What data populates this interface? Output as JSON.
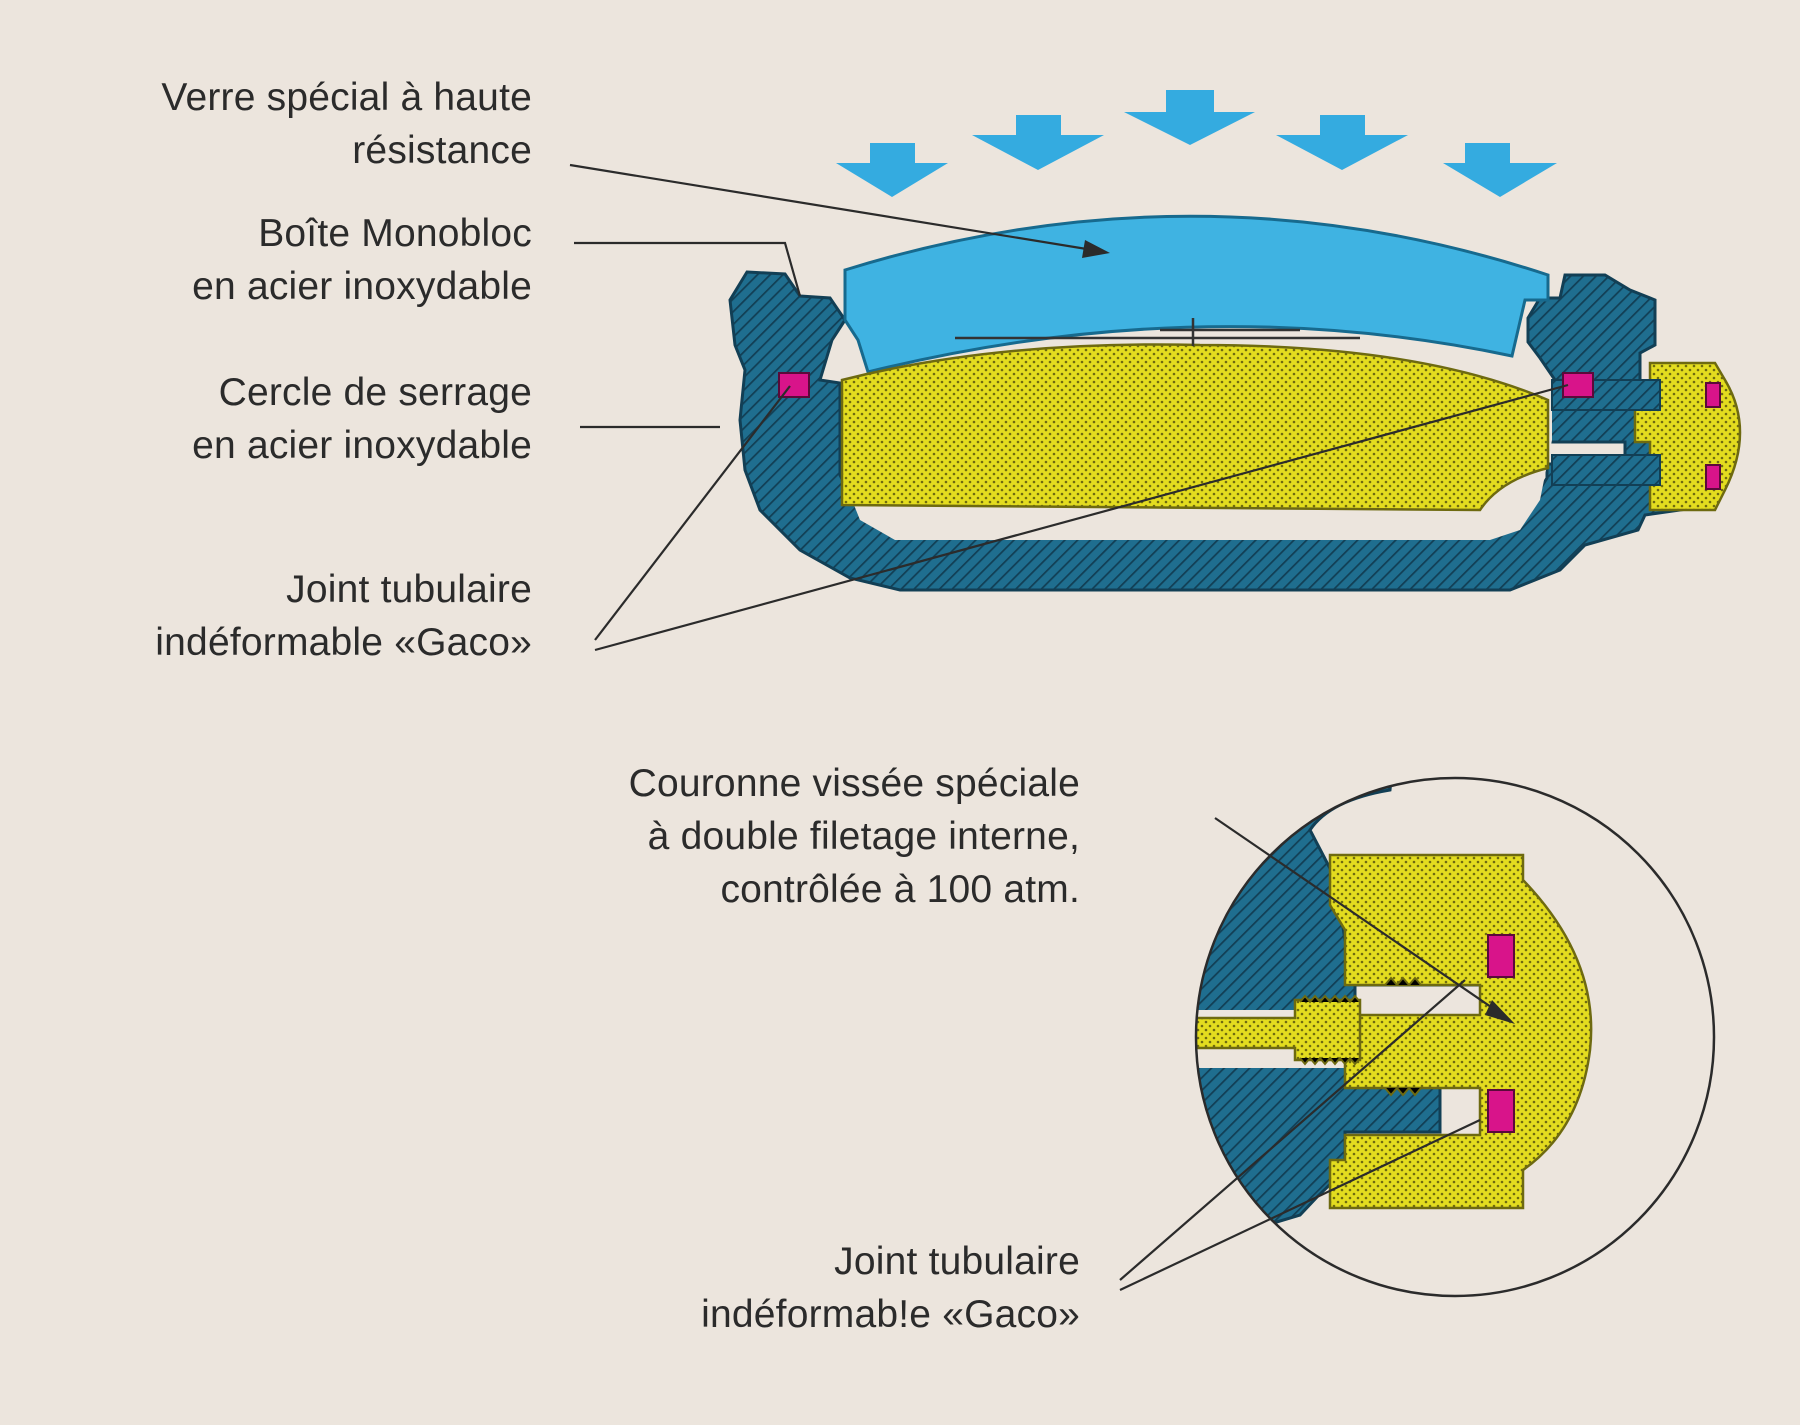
{
  "colors": {
    "background": "#ece5dd",
    "steel": "#1f6e8f",
    "steel_hatch": "#123f55",
    "glass": "#3fb3e2",
    "movement": "#e3dc1f",
    "gasket": "#d8148a",
    "leader_line": "#2b2b2b"
  },
  "labels": {
    "glass": {
      "line1": "Verre spécial à haute",
      "line2": "résistance"
    },
    "case": {
      "line1": "Boîte Monobloc",
      "line2": "en acier inoxydable"
    },
    "ring": {
      "line1": "Cercle de serrage",
      "line2": "en acier inoxydable"
    },
    "joint_top": {
      "line1": "Joint tubulaire",
      "line2": "indéformable «Gaco»"
    },
    "crown": {
      "line1": "Couronne vissée spéciale",
      "line2": "à double filetage interne,",
      "line3": "contrôlée à 100 atm."
    },
    "joint_bottom": {
      "line1": "Joint tubulaire",
      "line2": "indéformab!e «Gaco»"
    }
  },
  "pressure_arrows": 5
}
